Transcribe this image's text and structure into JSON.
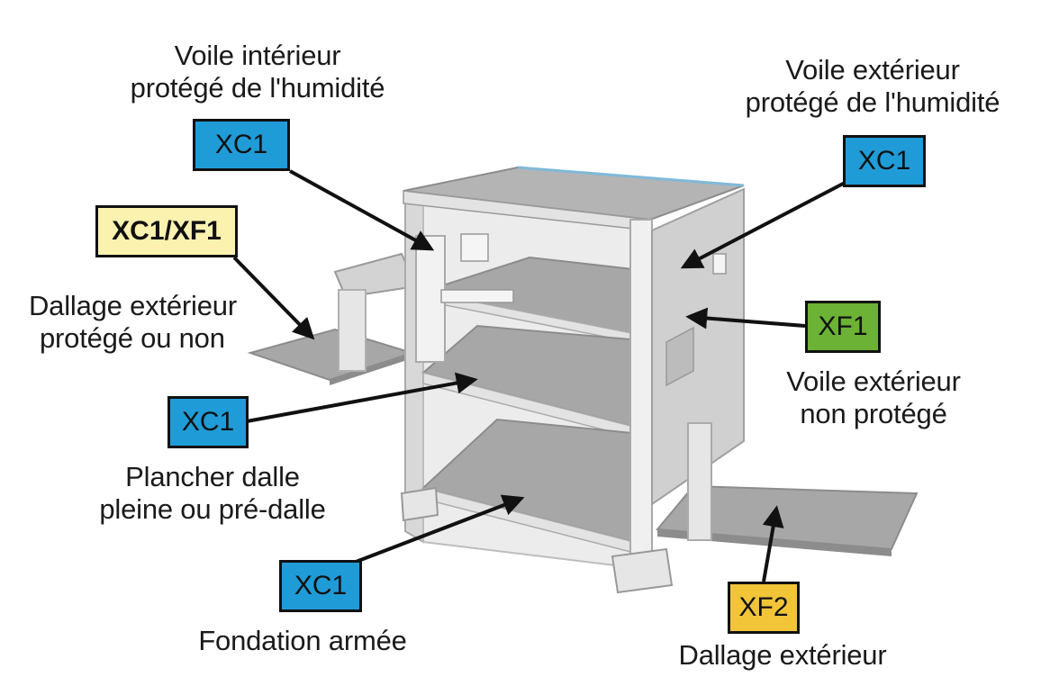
{
  "colors": {
    "xc": "#1f9bd7",
    "xf1": "#6bb235",
    "xf2": "#f2c438",
    "xcxf": "#fbf2b0",
    "concrete_light": "#eaeaea",
    "concrete_mid": "#d3d3d3",
    "concrete_dark": "#8c8c8c",
    "slab_top": "#a7a7a7"
  },
  "labels": [
    {
      "id": "interior-wall",
      "badge": "XC1",
      "badge_color": "xc",
      "text": [
        "Voile intérieur",
        "protégé de l'humidité"
      ]
    },
    {
      "id": "exterior-wall-protected",
      "badge": "XC1",
      "badge_color": "xc",
      "text": [
        "Voile extérieur",
        "protégé de l'humidité"
      ]
    },
    {
      "id": "exterior-paving-protected",
      "badge": "XC1/XF1",
      "badge_color": "xcxf",
      "text": [
        "Dallage extérieur",
        "protégé ou non"
      ]
    },
    {
      "id": "exterior-wall-unprotected",
      "badge": "XF1",
      "badge_color": "xf1",
      "text": [
        "Voile extérieur",
        "non protégé"
      ]
    },
    {
      "id": "floor-slab",
      "badge": "XC1",
      "badge_color": "xc",
      "text": [
        "Plancher dalle",
        "pleine ou pré-dalle"
      ]
    },
    {
      "id": "foundation",
      "badge": "XC1",
      "badge_color": "xc",
      "text": [
        "Fondation armée"
      ]
    },
    {
      "id": "exterior-paving",
      "badge": "XF2",
      "badge_color": "xf2",
      "text": [
        "Dallage extérieur"
      ]
    }
  ]
}
